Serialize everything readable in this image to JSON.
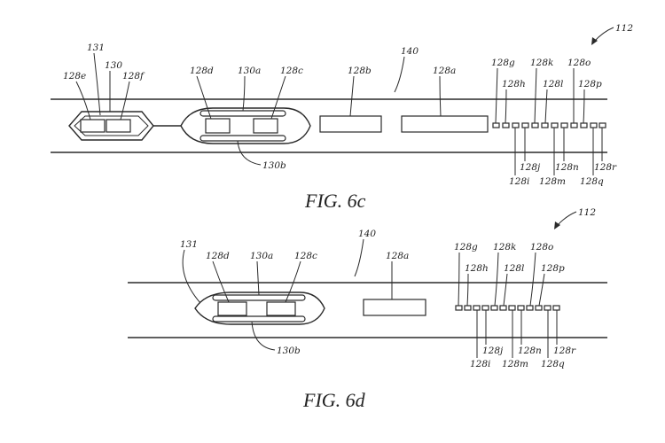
{
  "figure_c": {
    "caption": "FIG. 6c",
    "ref": "112",
    "lane_label": "140",
    "labels": {
      "l131": "131",
      "l128e": "128e",
      "l130": "130",
      "l128f": "128f",
      "l128d": "128d",
      "l130a": "130a",
      "l128c": "128c",
      "l130b": "130b",
      "l128b": "128b",
      "l128a": "128a",
      "l128g": "128g",
      "l128h": "128h",
      "l128i": "128i",
      "l128j": "128j",
      "l128k": "128k",
      "l128l": "128l",
      "l128m": "128m",
      "l128n": "128n",
      "l128o": "128o",
      "l128p": "128p",
      "l128q": "128q",
      "l128r": "128r"
    }
  },
  "figure_d": {
    "caption": "FIG. 6d",
    "ref": "112",
    "lane_label": "140",
    "labels": {
      "l131": "131",
      "l128d": "128d",
      "l130a": "130a",
      "l128c": "128c",
      "l130b": "130b",
      "l128a": "128a",
      "l128g": "128g",
      "l128h": "128h",
      "l128i": "128i",
      "l128j": "128j",
      "l128k": "128k",
      "l128l": "128l",
      "l128m": "128m",
      "l128n": "128n",
      "l128o": "128o",
      "l128p": "128p",
      "l128q": "128q",
      "l128r": "128r"
    }
  }
}
